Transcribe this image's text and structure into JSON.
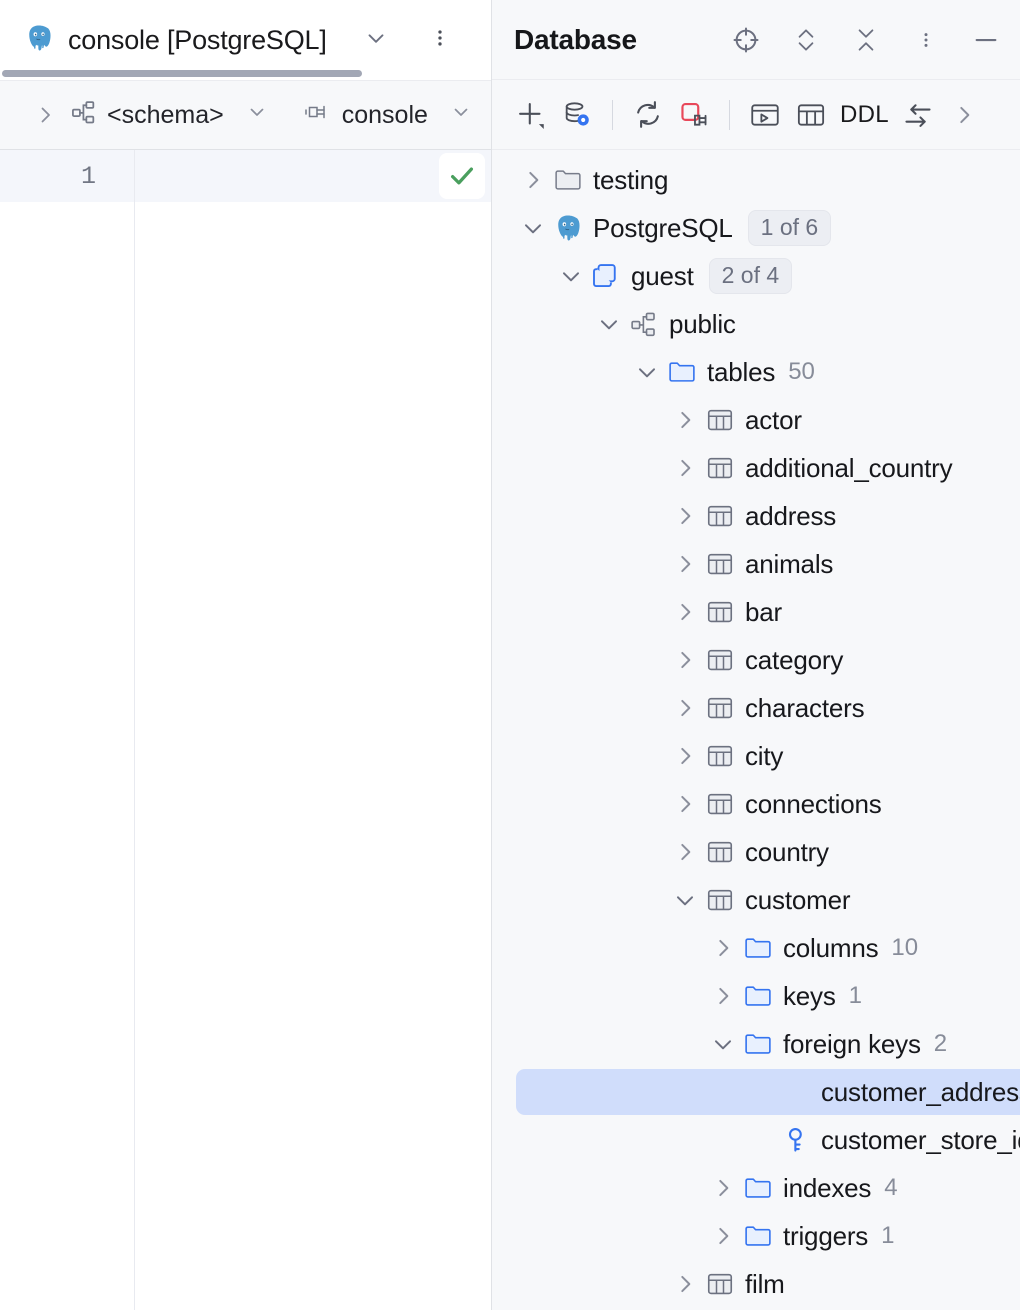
{
  "editor": {
    "tab": {
      "icon": "postgresql-elephant-icon",
      "title": "console [PostgreSQL]",
      "chevron": "chevron-down-icon",
      "kebab": "more-options-icon"
    },
    "breadcrumbs": {
      "expand_icon": "chevron-right-icon",
      "schema": {
        "icon": "schema-icon",
        "label": "<schema>",
        "caret": "chevron-down-icon"
      },
      "connection": {
        "icon": "connection-plug-icon",
        "label": "console",
        "caret": "chevron-down-icon"
      }
    },
    "gutter": {
      "line_number": "1"
    },
    "code": {
      "text": "",
      "inspection_icon": "green-check-icon",
      "inspection_color": "#4a9f5e"
    }
  },
  "database_panel": {
    "title": "Database",
    "header_actions": [
      {
        "name": "locate-icon",
        "label": ""
      },
      {
        "name": "expand-all-icon",
        "label": ""
      },
      {
        "name": "collapse-all-icon",
        "label": ""
      },
      {
        "name": "more-options-icon",
        "label": ""
      },
      {
        "name": "minimize-icon",
        "label": ""
      }
    ],
    "toolbar": [
      {
        "name": "add-new-icon",
        "label": ""
      },
      {
        "name": "datasource-properties-icon",
        "label": ""
      },
      {
        "name": "separator",
        "label": ""
      },
      {
        "name": "refresh-icon",
        "label": ""
      },
      {
        "name": "disconnect-icon",
        "label": ""
      },
      {
        "name": "separator",
        "label": ""
      },
      {
        "name": "open-console-icon",
        "label": ""
      },
      {
        "name": "open-table-editor-icon",
        "label": ""
      },
      {
        "name": "ddl-button",
        "label": "DDL"
      },
      {
        "name": "data-transfer-icon",
        "label": ""
      },
      {
        "name": "toolbar-overflow-icon",
        "label": ""
      }
    ],
    "tree": [
      {
        "depth": 0,
        "twisty": "collapsed",
        "icon": "folder-grey-icon",
        "label": "testing",
        "count": "",
        "badge": "",
        "selected": false
      },
      {
        "depth": 0,
        "twisty": "expanded",
        "icon": "postgresql-icon",
        "label": "PostgreSQL",
        "count": "",
        "badge": "1 of 6",
        "selected": false
      },
      {
        "depth": 1,
        "twisty": "expanded",
        "icon": "database-icon",
        "label": "guest",
        "count": "",
        "badge": "2 of 4",
        "selected": false
      },
      {
        "depth": 2,
        "twisty": "expanded",
        "icon": "schema-icon",
        "label": "public",
        "count": "",
        "badge": "",
        "selected": false
      },
      {
        "depth": 3,
        "twisty": "expanded",
        "icon": "folder-blue-icon",
        "label": "tables",
        "count": "50",
        "badge": "",
        "selected": false
      },
      {
        "depth": 4,
        "twisty": "collapsed",
        "icon": "table-icon",
        "label": "actor",
        "count": "",
        "badge": "",
        "selected": false
      },
      {
        "depth": 4,
        "twisty": "collapsed",
        "icon": "table-icon",
        "label": "additional_country",
        "count": "",
        "badge": "",
        "selected": false
      },
      {
        "depth": 4,
        "twisty": "collapsed",
        "icon": "table-icon",
        "label": "address",
        "count": "",
        "badge": "",
        "selected": false
      },
      {
        "depth": 4,
        "twisty": "collapsed",
        "icon": "table-icon",
        "label": "animals",
        "count": "",
        "badge": "",
        "selected": false
      },
      {
        "depth": 4,
        "twisty": "collapsed",
        "icon": "table-icon",
        "label": "bar",
        "count": "",
        "badge": "",
        "selected": false
      },
      {
        "depth": 4,
        "twisty": "collapsed",
        "icon": "table-icon",
        "label": "category",
        "count": "",
        "badge": "",
        "selected": false
      },
      {
        "depth": 4,
        "twisty": "collapsed",
        "icon": "table-icon",
        "label": "characters",
        "count": "",
        "badge": "",
        "selected": false
      },
      {
        "depth": 4,
        "twisty": "collapsed",
        "icon": "table-icon",
        "label": "city",
        "count": "",
        "badge": "",
        "selected": false
      },
      {
        "depth": 4,
        "twisty": "collapsed",
        "icon": "table-icon",
        "label": "connections",
        "count": "",
        "badge": "",
        "selected": false
      },
      {
        "depth": 4,
        "twisty": "collapsed",
        "icon": "table-icon",
        "label": "country",
        "count": "",
        "badge": "",
        "selected": false
      },
      {
        "depth": 4,
        "twisty": "expanded",
        "icon": "table-icon",
        "label": "customer",
        "count": "",
        "badge": "",
        "selected": false
      },
      {
        "depth": 5,
        "twisty": "collapsed",
        "icon": "folder-blue-icon",
        "label": "columns",
        "count": "10",
        "badge": "",
        "selected": false
      },
      {
        "depth": 5,
        "twisty": "collapsed",
        "icon": "folder-blue-icon",
        "label": "keys",
        "count": "1",
        "badge": "",
        "selected": false
      },
      {
        "depth": 5,
        "twisty": "expanded",
        "icon": "folder-blue-icon",
        "label": "foreign keys",
        "count": "2",
        "badge": "",
        "selected": false
      },
      {
        "depth": 6,
        "twisty": "none",
        "icon": "foreign-key-icon",
        "label": "customer_address_id_fkey",
        "count": "",
        "badge": "",
        "selected": true
      },
      {
        "depth": 6,
        "twisty": "none",
        "icon": "foreign-key-icon",
        "label": "customer_store_id_fkey",
        "count": "",
        "badge": "",
        "selected": false
      },
      {
        "depth": 5,
        "twisty": "collapsed",
        "icon": "folder-blue-icon",
        "label": "indexes",
        "count": "4",
        "badge": "",
        "selected": false
      },
      {
        "depth": 5,
        "twisty": "collapsed",
        "icon": "folder-blue-icon",
        "label": "triggers",
        "count": "1",
        "badge": "",
        "selected": false
      },
      {
        "depth": 4,
        "twisty": "collapsed",
        "icon": "table-icon",
        "label": "film",
        "count": "",
        "badge": "",
        "selected": false
      }
    ]
  },
  "colors": {
    "selection": "#d0ddfb",
    "accent_blue": "#3574f0",
    "folder_blue": "#3574f0",
    "check_green": "#4a9f5e",
    "disconnect_red": "#e8485a",
    "panel_bg": "#f7f8fa"
  }
}
